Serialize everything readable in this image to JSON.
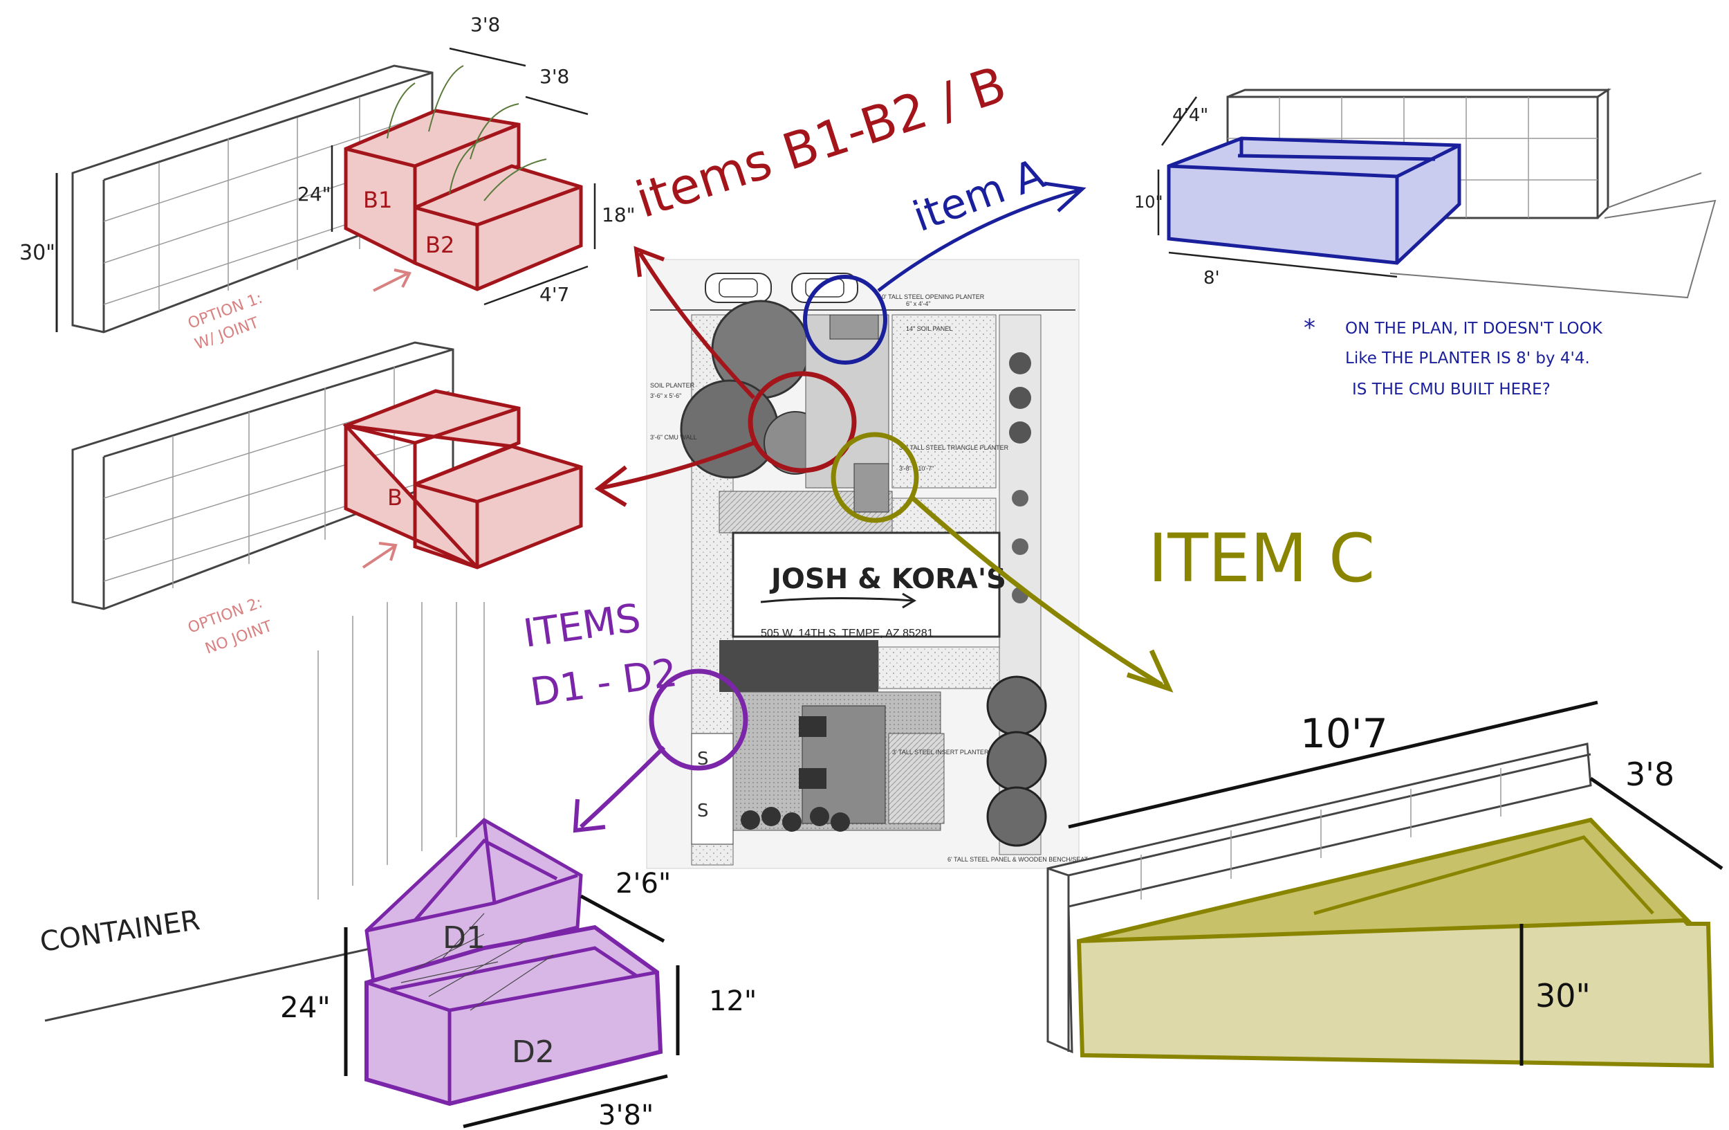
{
  "colors": {
    "red": "#a3151b",
    "red_fill": "#f0c9c9",
    "blue": "#1a1f9c",
    "blue_fill": "#c9ccef",
    "olive": "#8a8500",
    "olive_fill": "#ddd9a8",
    "purple": "#7b25a8",
    "purple_fill": "#d8b6e6",
    "pink_note": "#d98080",
    "ink": "#222222"
  },
  "labels": {
    "items_b": "items B1-B2 / B",
    "item_a": "item A",
    "item_c": "ITEM C",
    "items_d_line1": "ITEMS",
    "items_d_line2": "D1 - D2",
    "container": "CONTAINER"
  },
  "option1": {
    "line1": "OPTION 1:",
    "line2": "W/ JOINT"
  },
  "option2": {
    "line1": "OPTION 2:",
    "line2": "NO JOINT"
  },
  "note_a": {
    "star": "*",
    "line1": "ON THE PLAN, IT DOESN'T LOOK",
    "line2": "Like THE PLANTER IS 8' by 4'4.",
    "line3": "IS THE CMU BUILT HERE?"
  },
  "dims_b": {
    "top_width": "3'8",
    "top_depth": "3'8",
    "height_b1": "24\"",
    "wall_height": "30\"",
    "height_b2": "18\"",
    "length": "4'7"
  },
  "box_labels": {
    "b1": "B1",
    "b2": "B2",
    "b": "B",
    "d1": "D1",
    "d2": "D2"
  },
  "dims_a": {
    "depth": "4'4\"",
    "height": "10\"",
    "length": "8'"
  },
  "dims_c": {
    "length": "10'7",
    "depth": "3'8",
    "height": "30\""
  },
  "dims_d": {
    "height_total": "24\"",
    "depth": "2'6\"",
    "height_d2": "12\"",
    "length": "3'8\""
  },
  "site_plan": {
    "title": "JOSH & KORA'S",
    "address": "505 W. 14TH S. TEMPE, AZ 85281",
    "annotations": [
      "10' TALL STEEL OPENING PLANTER",
      "6\" x 4'-4\"",
      "14\" SOIL PANEL",
      "SOIL PLANTER",
      "3'-6\" x 5'-6\"",
      "30\" TALL STEEL TRIANGLE PLANTER",
      "3'-8\" x 10'-7\"",
      "3'-6\" CMU WALL",
      "3' TALL STEEL INSERT PLANTER",
      "6' TALL STEEL PANEL & WOODEN BENCH/SEAT"
    ]
  }
}
